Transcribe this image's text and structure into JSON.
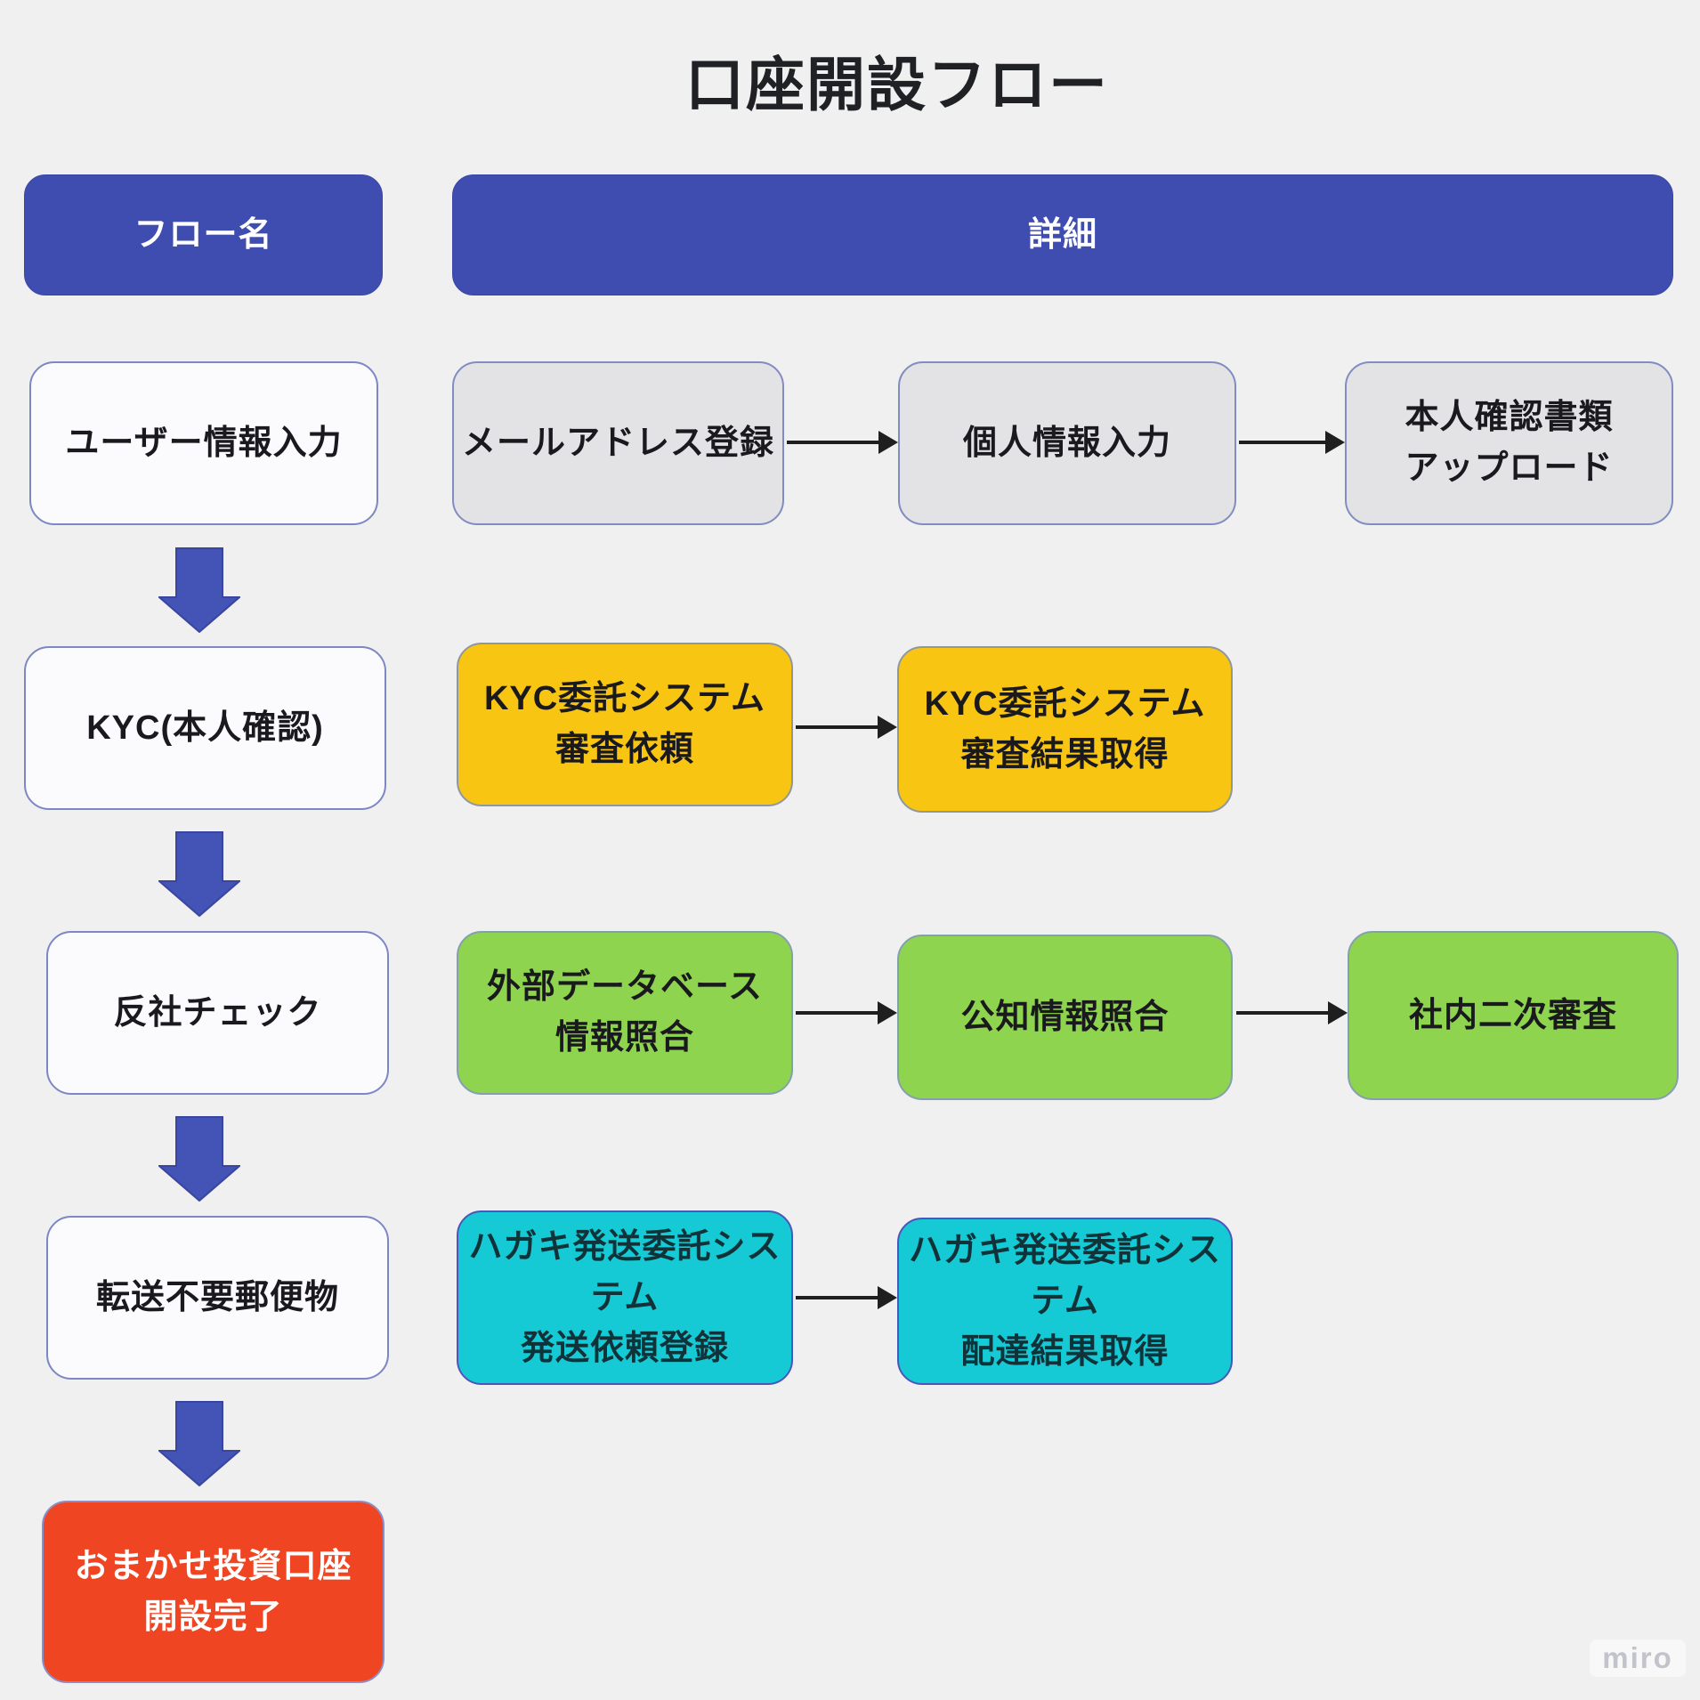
{
  "title": "口座開設フロー",
  "flow": {
    "header": "フロー名",
    "steps": [
      "ユーザー情報入力",
      "KYC(本人確認)",
      "反社チェック",
      "転送不要郵便物"
    ],
    "final": "おまかせ投資口座\n開設完了"
  },
  "detail": {
    "header": "詳細",
    "rows": [
      {
        "steps": [
          "メールアドレス登録",
          "個人情報入力",
          "本人確認書類\nアップロード"
        ]
      },
      {
        "steps": [
          "KYC委託システム\n審査依頼",
          "KYC委託システム\n審査結果取得"
        ]
      },
      {
        "steps": [
          "外部データベース\n情報照合",
          "公知情報照合",
          "社内二次審査"
        ]
      },
      {
        "steps": [
          "ハガキ発送委託システム\n発送依頼登録",
          "ハガキ発送委託システム\n配達結果取得"
        ]
      }
    ]
  },
  "watermark": "miro",
  "colors": {
    "background": "#f0f0f1",
    "header": "#3f4db1",
    "plain_step": "#fbfbfd",
    "gray_step": "#e3e3e6",
    "yellow_step": "#f8c513",
    "green_step": "#8ed44f",
    "cyan_step": "#15cad5",
    "final_step": "#ef4522",
    "down_arrow": "#4453b6",
    "connector": "#1f1f1f"
  }
}
